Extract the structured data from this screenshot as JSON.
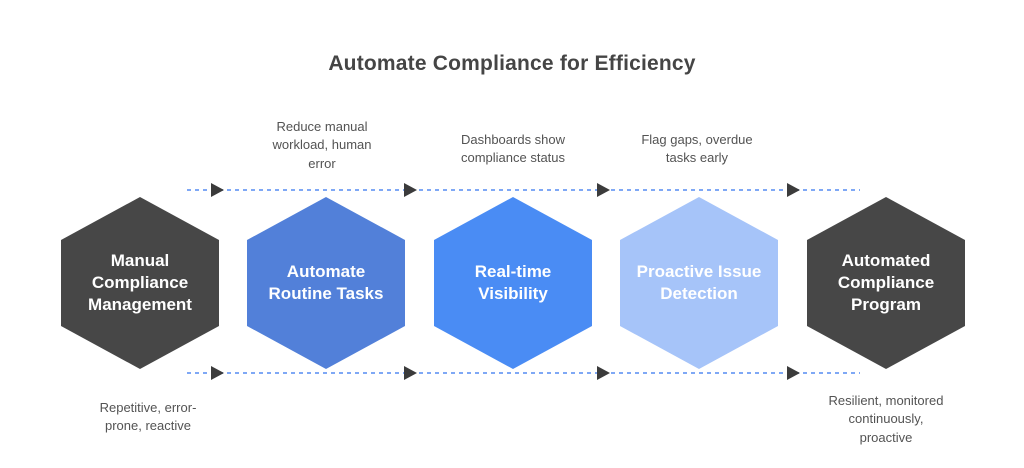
{
  "title": "Automate Compliance for Efficiency",
  "diagram_type": "horizontal-hexagon-process-flow",
  "stages": [
    {
      "label": "Manual\nCompliance\nManagement",
      "color": "#474747",
      "note": "Repetitive, error-\nprone, reactive",
      "note_position": "below"
    },
    {
      "label": "Automate\nRoutine Tasks",
      "color": "#5280d9",
      "note": "Reduce manual\nworkload, human\nerror",
      "note_position": "above"
    },
    {
      "label": "Real-time\nVisibility",
      "color": "#4a8cf4",
      "note": "Dashboards show\ncompliance status",
      "note_position": "above"
    },
    {
      "label": "Proactive Issue\nDetection",
      "color": "#a6c4f9",
      "note": "Flag gaps, overdue\ntasks early",
      "note_position": "above"
    },
    {
      "label": "Automated\nCompliance\nProgram",
      "color": "#474747",
      "note": "Resilient, monitored\ncontinuously,\nproactive",
      "note_position": "below"
    }
  ],
  "colors": {
    "background": "#ffffff",
    "title_text": "#454545",
    "note_text": "#535353",
    "hex_label_text": "#ffffff",
    "hex_dark_gray": "#474747",
    "hex_medium_blue": "#5280d9",
    "hex_bright_blue": "#4a8cf4",
    "hex_light_blue": "#a6c4f9",
    "connector_dash_blue": "#7fa8f5",
    "arrowhead_dark": "#3b3b3b"
  }
}
